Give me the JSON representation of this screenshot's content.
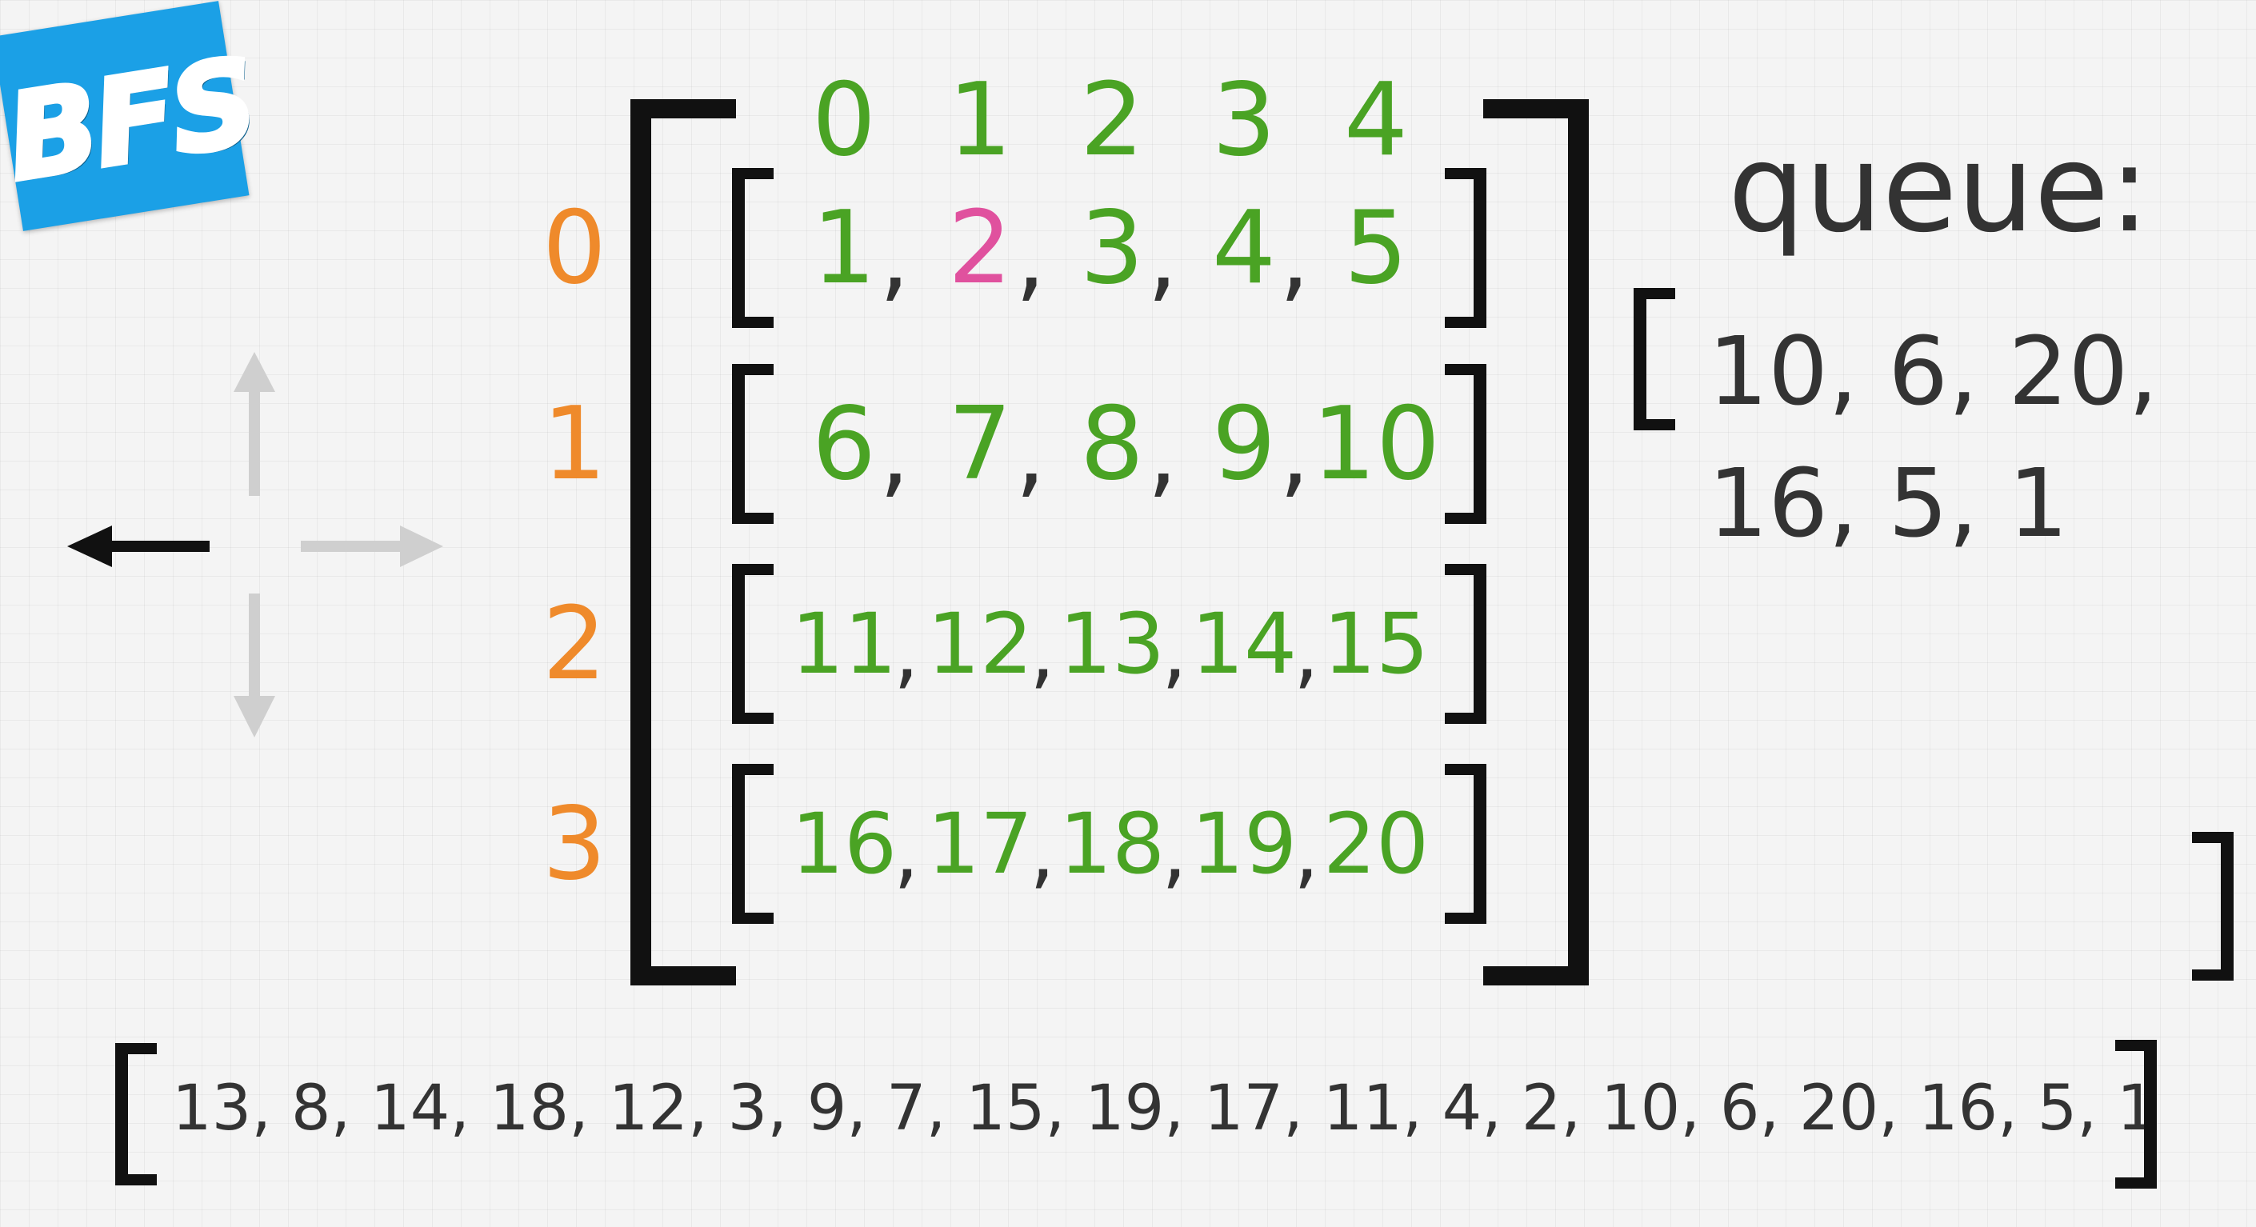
{
  "logo": {
    "text": "BFS",
    "color": "#1ba0e6"
  },
  "colors": {
    "index": "#ef8a2b",
    "cell": "#4aa324",
    "highlight": "#e0519e",
    "text": "#333333"
  },
  "grid": {
    "col_indices": [
      "0",
      "1",
      "2",
      "3",
      "4"
    ],
    "row_indices": [
      "0",
      "1",
      "2",
      "3"
    ],
    "rows": [
      [
        "1",
        "2",
        "3",
        "4",
        "5"
      ],
      [
        "6",
        "7",
        "8",
        "9",
        "10"
      ],
      [
        "11",
        "12",
        "13",
        "14",
        "15"
      ],
      [
        "16",
        "17",
        "18",
        "19",
        "20"
      ]
    ],
    "highlighted_cell": "2"
  },
  "directions": {
    "icons": [
      "arrow-up-icon",
      "arrow-left-icon",
      "arrow-right-icon",
      "arrow-down-icon"
    ],
    "active": "left"
  },
  "queue": {
    "title": "queue:",
    "line1": "10, 6, 20,",
    "line2": "16, 5, 1"
  },
  "visited": "13, 8, 14, 18, 12, 3, 9, 7, 15, 19, 17, 11, 4, 2, 10, 6, 20, 16, 5, 1"
}
